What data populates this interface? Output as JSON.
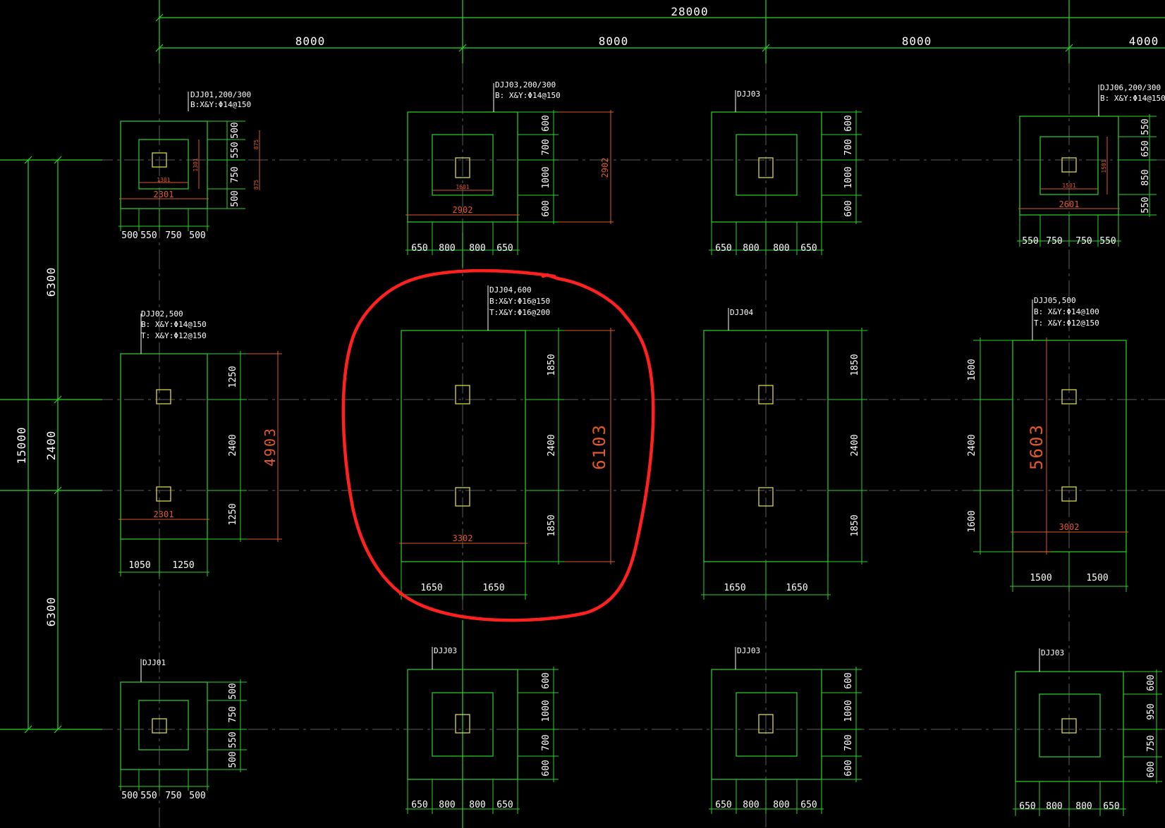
{
  "colors": {
    "background": "#000000",
    "footing": "#2bd52b",
    "dimension": "#2bd52b",
    "axis": "#6b6b6b",
    "column": "#e8e84a",
    "orange_dim": "#e05a2b",
    "highlight": "#ff2020"
  },
  "top_dims": {
    "total": "28000",
    "spans": [
      "8000",
      "8000",
      "8000",
      "4000"
    ]
  },
  "left_dims": {
    "total": "15000",
    "spans": [
      "6300",
      "2400",
      "6300"
    ]
  },
  "row1": [
    {
      "label1": "DJJ01,200/300",
      "label2": "B:X&Y:Φ14@150",
      "orange_w": "2301",
      "orange_in": "1301",
      "orange_in_v": "1301",
      "orange_side": [
        "875",
        "875"
      ],
      "vert_dims": [
        "500",
        "550",
        "750",
        "500"
      ],
      "horiz_dims": [
        "500",
        "550",
        "750",
        "500"
      ]
    },
    {
      "label1": "DJJ03,200/300",
      "label2": "B: X&Y:Φ14@150",
      "orange_w": "2902",
      "orange_in": "1601",
      "orange_v": "2902",
      "vert_dims": [
        "600",
        "700",
        "1000",
        "600"
      ],
      "horiz_dims": [
        "650",
        "800",
        "800",
        "650"
      ]
    },
    {
      "label1": "DJJ03",
      "vert_dims": [
        "600",
        "700",
        "1000",
        "600"
      ],
      "horiz_dims": [
        "650",
        "800",
        "800",
        "650"
      ]
    },
    {
      "label1": "DJJ06,200/300",
      "label2": "B: X&Y:Φ14@150",
      "orange_w": "2601",
      "orange_in": "1501",
      "orange_in_v": "1501",
      "vert_dims": [
        "550",
        "650",
        "850",
        "550"
      ],
      "horiz_dims": [
        "550",
        "750",
        "750",
        "550"
      ]
    }
  ],
  "row2": [
    {
      "label1": "DJJ02,500",
      "label2": "B:  X&Y:Φ14@150",
      "label3": "T:  X&Y:Φ12@150",
      "orange_w": "2301",
      "orange_v": "4903",
      "vert_dims": [
        "1250",
        "2400",
        "1250"
      ],
      "horiz_dims": [
        "1050",
        "1250"
      ]
    },
    {
      "label1": "DJJ04,600",
      "label2": "B:X&Y:Φ16@150",
      "label3": "T:X&Y:Φ16@200",
      "orange_w": "3302",
      "orange_v": "6103",
      "vert_dims": [
        "1850",
        "2400",
        "1850"
      ],
      "horiz_dims": [
        "1650",
        "1650"
      ]
    },
    {
      "label1": "DJJ04",
      "vert_dims": [
        "1850",
        "2400",
        "1850"
      ],
      "horiz_dims": [
        "1650",
        "1650"
      ]
    },
    {
      "label1": "DJJ05,500",
      "label2": "B:  X&Y:Φ14@100",
      "label3": "T:  X&Y:Φ12@150",
      "orange_w": "3002",
      "orange_v": "5603",
      "vert_dims": [
        "1600",
        "2400",
        "1600"
      ],
      "horiz_dims": [
        "1500",
        "1500"
      ]
    }
  ],
  "row3": [
    {
      "label1": "DJJ01",
      "vert_dims": [
        "500",
        "750",
        "550",
        "500"
      ],
      "horiz_dims": [
        "500",
        "550",
        "750",
        "500"
      ]
    },
    {
      "label1": "DJJ03",
      "vert_dims": [
        "600",
        "1000",
        "700",
        "600"
      ],
      "horiz_dims": [
        "650",
        "800",
        "800",
        "650"
      ]
    },
    {
      "label1": "DJJ03",
      "vert_dims": [
        "600",
        "1000",
        "700",
        "600"
      ],
      "horiz_dims": [
        "650",
        "800",
        "800",
        "650"
      ]
    },
    {
      "label1": "DJJ03",
      "vert_dims": [
        "600",
        "950",
        "750",
        "600"
      ],
      "horiz_dims": [
        "650",
        "800",
        "800",
        "650"
      ]
    }
  ]
}
